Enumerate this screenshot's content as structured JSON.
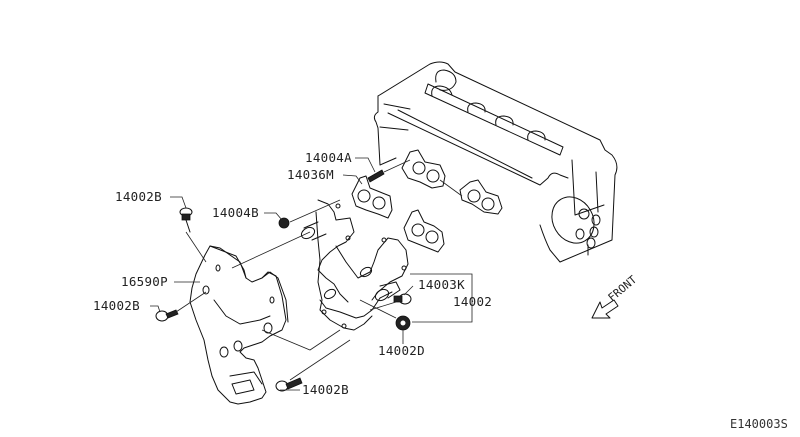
{
  "diagram": {
    "title": "Exhaust manifold assembly parts diagram",
    "figure_code": "E140003S",
    "direction_indicator": "FRONT",
    "labels": [
      {
        "id": "l1",
        "part": "14004A"
      },
      {
        "id": "l2",
        "part": "14036M"
      },
      {
        "id": "l3",
        "part": "14002B"
      },
      {
        "id": "l4",
        "part": "14004B"
      },
      {
        "id": "l5",
        "part": "16590P"
      },
      {
        "id": "l6",
        "part": "14002B"
      },
      {
        "id": "l7",
        "part": "14003K"
      },
      {
        "id": "l8",
        "part": "14002"
      },
      {
        "id": "l9",
        "part": "14002D"
      },
      {
        "id": "l10",
        "part": "14002B"
      }
    ],
    "components": [
      "cylinder-head",
      "distributor",
      "exhaust-manifold-gaskets",
      "exhaust-manifold",
      "heat-shield",
      "studs",
      "nuts",
      "bolts"
    ]
  }
}
